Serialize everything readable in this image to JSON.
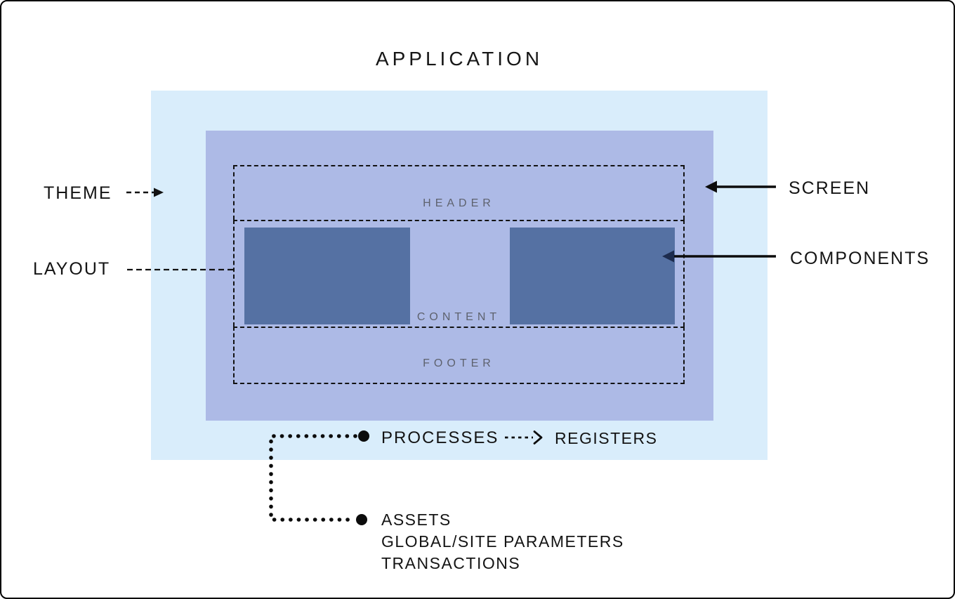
{
  "title": "APPLICATION",
  "colors": {
    "canvas_background": "#ffffff",
    "canvas_border": "#000000",
    "theme_box": "#d9edfb",
    "screen_box": "#adbae6",
    "component_box": "#5571a3",
    "section_label_text": "#5e626e",
    "label_text": "#141414"
  },
  "application": {
    "sections": [
      {
        "label": "HEADER"
      },
      {
        "label": "CONTENT"
      },
      {
        "label": "FOOTER"
      }
    ],
    "component_count": 2
  },
  "callouts": {
    "theme": "THEME",
    "layout": "LAYOUT",
    "screen": "SCREEN",
    "components": "COMPONENTS"
  },
  "flows": {
    "processes": "PROCESSES",
    "registers": "REGISTERS",
    "assets_lines": [
      "ASSETS",
      "GLOBAL/SITE PARAMETERS",
      "TRANSACTIONS"
    ]
  }
}
